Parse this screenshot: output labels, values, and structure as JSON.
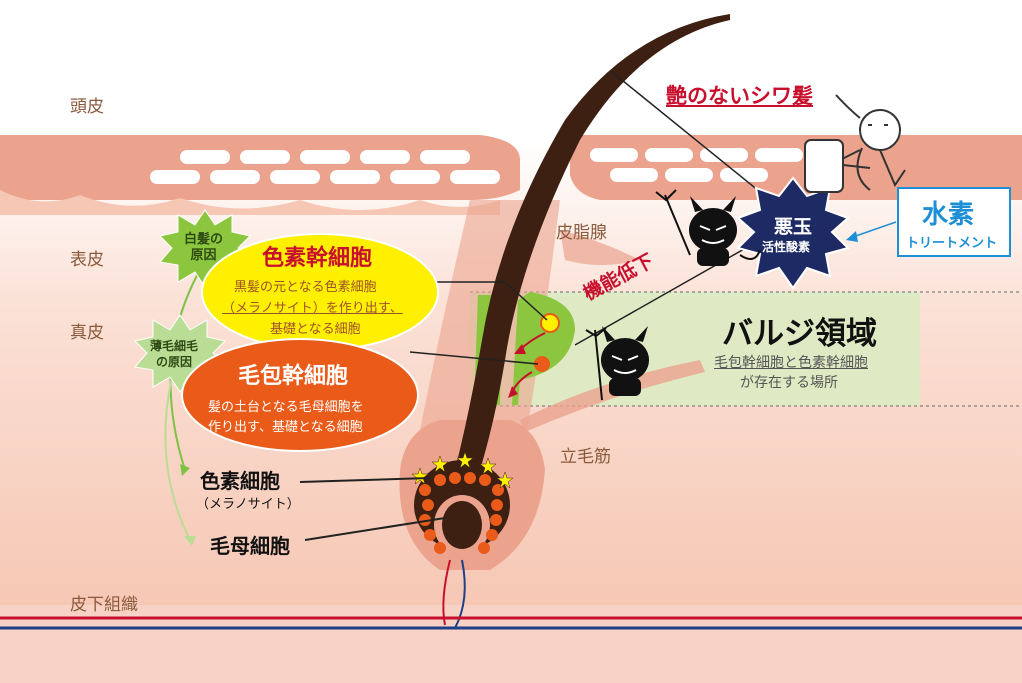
{
  "layers": {
    "scalp": "頭皮",
    "epidermis": "表皮",
    "dermis": "真皮",
    "subcutaneous": "皮下組織"
  },
  "labels": {
    "sebaceous_gland": "皮脂腺",
    "arrector_pili": "立毛筋",
    "dull_hair": "艶のないシワ髪",
    "function_decline": "機能低下"
  },
  "bulge": {
    "title": "バルジ領域",
    "desc_line1": "毛包幹細胞と色素幹細胞",
    "desc_line2": "が存在する場所"
  },
  "pigment_stem": {
    "title": "色素幹細胞",
    "line1": "黒髪の元となる色素細胞",
    "line2": "（メラノサイト）を作り出す、",
    "line3": "基礎となる細胞"
  },
  "follicle_stem": {
    "title": "毛包幹細胞",
    "line1": "髪の土台となる毛母細胞を",
    "line2": "作り出す、基礎となる細胞"
  },
  "badges": {
    "white_hair": [
      "白髪の",
      "原因"
    ],
    "thin_hair": [
      "薄毛細毛",
      "の原因"
    ]
  },
  "melanocyte": {
    "title": "色素細胞",
    "sub": "（メラノサイト）"
  },
  "matrix_cell": "毛母細胞",
  "villain": {
    "title": "悪玉",
    "sub": "活性酸素"
  },
  "hydrogen": {
    "title": "水素",
    "sub": "トリートメント"
  },
  "colors": {
    "skin": "#f6c7b4",
    "scalp_band": "#eba38e",
    "hair": "#3d2012",
    "bulge_bg": "#dcebc3",
    "pigment_ellipse": "#fff000",
    "follicle_ellipse": "#ea5b1a",
    "villain_star": "#1e2a64",
    "hydrogen": "#1d8fd6",
    "title_red": "#c8102e"
  }
}
